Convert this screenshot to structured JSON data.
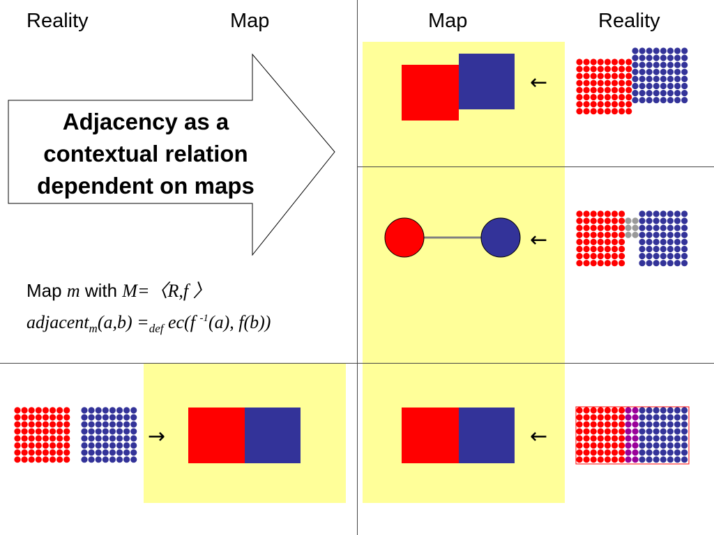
{
  "headers": {
    "left_reality": "Reality",
    "left_map": "Map",
    "right_map": "Map",
    "right_reality": "Reality"
  },
  "title_arrow": {
    "text_line1": "Adjacency as a",
    "text_line2": "contextual relation",
    "text_line3": "dependent on maps"
  },
  "formula": {
    "line1": {
      "prefix": "Map ",
      "m": "m",
      "with": " with ",
      "expr": "M=〈R,f 〉"
    },
    "line2": {
      "name": "adjacent",
      "sub": "m",
      "args": "(a,b) =",
      "def": "def",
      "rhs1": " ec(f ",
      "sup": "-1",
      "rhs2": "(a), f(b))"
    }
  },
  "arrows": {
    "left": "←",
    "right": "→"
  },
  "colors": {
    "red": "#ff0000",
    "blue": "#333399",
    "gray": "#999999",
    "purple": "#990099",
    "panel": "#ffff99",
    "connector": "#808080"
  }
}
